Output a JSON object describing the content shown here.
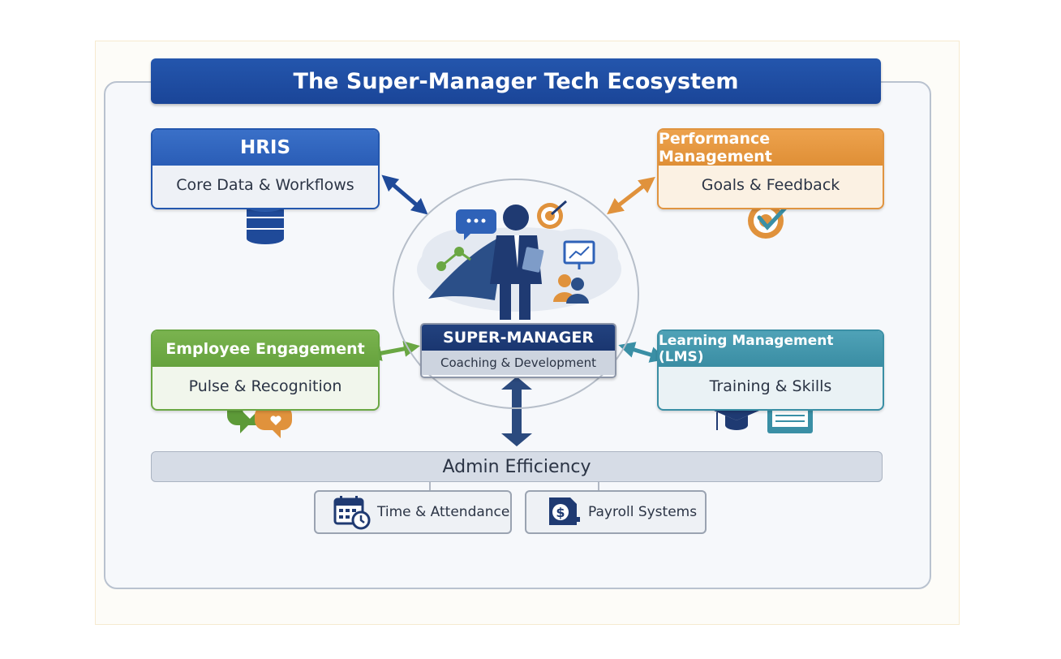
{
  "title": "The Super-Manager Tech Ecosystem",
  "hub": {
    "title": "SUPER-MANAGER",
    "subtitle": "Coaching & Development"
  },
  "systems": [
    {
      "title": "HRIS",
      "subtitle": "Core Data & Workflows",
      "icon": "database-icon",
      "color": "#2a5db6"
    },
    {
      "title": "Performance Management",
      "subtitle": "Goals & Feedback",
      "icon": "target-check-icon",
      "color": "#e0923c"
    },
    {
      "title": "Employee Engagement",
      "subtitle": "Pulse & Recognition",
      "icon": "heart-chat-icon",
      "color": "#6aa743"
    },
    {
      "title": "Learning Management (LMS)",
      "subtitle": "Training & Skills",
      "icon": "graduation-book-icon",
      "color": "#3a8fa5"
    }
  ],
  "admin": {
    "title": "Admin Efficiency",
    "items": [
      {
        "label": "Time & Attendance",
        "icon": "calendar-clock-icon"
      },
      {
        "label": "Payroll Systems",
        "icon": "dollar-document-icon"
      }
    ]
  },
  "colors": {
    "primary": "#1a4598",
    "navy": "#1f3a72",
    "frame": "#b9c2cf"
  }
}
